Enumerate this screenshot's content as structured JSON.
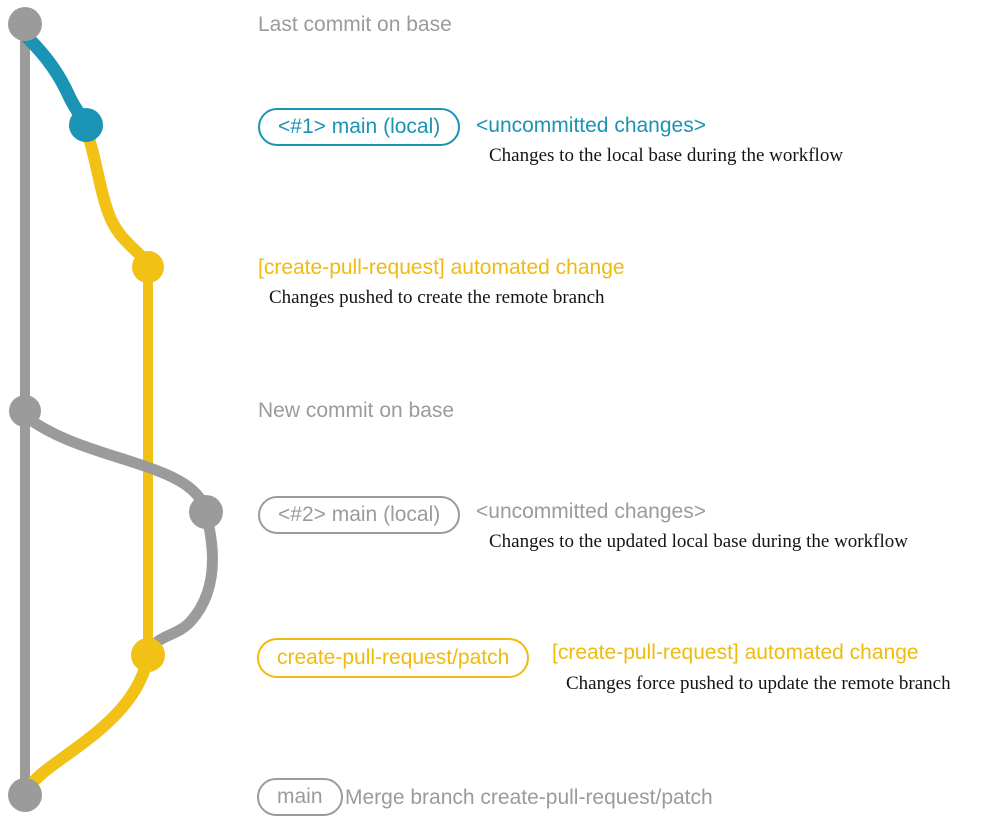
{
  "colors": {
    "gray": "#9B9B9B",
    "blue": "#1B93B4",
    "yellow_graph": "#F2C116",
    "yellow_text": "#F0BA0E",
    "description_text": "#141414"
  },
  "graph": {
    "branches": [
      {
        "name": "base-branch",
        "color": "#9B9B9B"
      },
      {
        "name": "local-main-changes",
        "color": "#1B93B4"
      },
      {
        "name": "create-pull-request-patch",
        "color": "#F2C116"
      }
    ],
    "nodes": [
      {
        "name": "last-commit-on-base",
        "color": "#9B9B9B"
      },
      {
        "name": "uncommitted-changes-1",
        "color": "#1B93B4"
      },
      {
        "name": "automated-change-1",
        "color": "#F2C116"
      },
      {
        "name": "new-commit-on-base",
        "color": "#9B9B9B"
      },
      {
        "name": "uncommitted-changes-2",
        "color": "#9B9B9B"
      },
      {
        "name": "automated-change-2",
        "color": "#F2C116"
      },
      {
        "name": "merge-commit",
        "color": "#9B9B9B"
      }
    ]
  },
  "entries": {
    "last_commit_label": "Last commit on base",
    "commit1": {
      "badge": "<#1> main (local)",
      "title": "<uncommitted changes>",
      "description": "Changes to the local base during the workflow"
    },
    "commit2": {
      "title": "[create-pull-request] automated change",
      "description": "Changes pushed to create the remote branch"
    },
    "new_commit_label": "New commit on base",
    "commit3": {
      "badge": "<#2> main (local)",
      "title": "<uncommitted changes>",
      "description": "Changes to the updated local base during the workflow"
    },
    "commit4": {
      "badge": "create-pull-request/patch",
      "title": "[create-pull-request] automated change",
      "description": "Changes force pushed to update the remote branch"
    },
    "merge": {
      "badge": "main",
      "label": "Merge branch create-pull-request/patch"
    }
  }
}
